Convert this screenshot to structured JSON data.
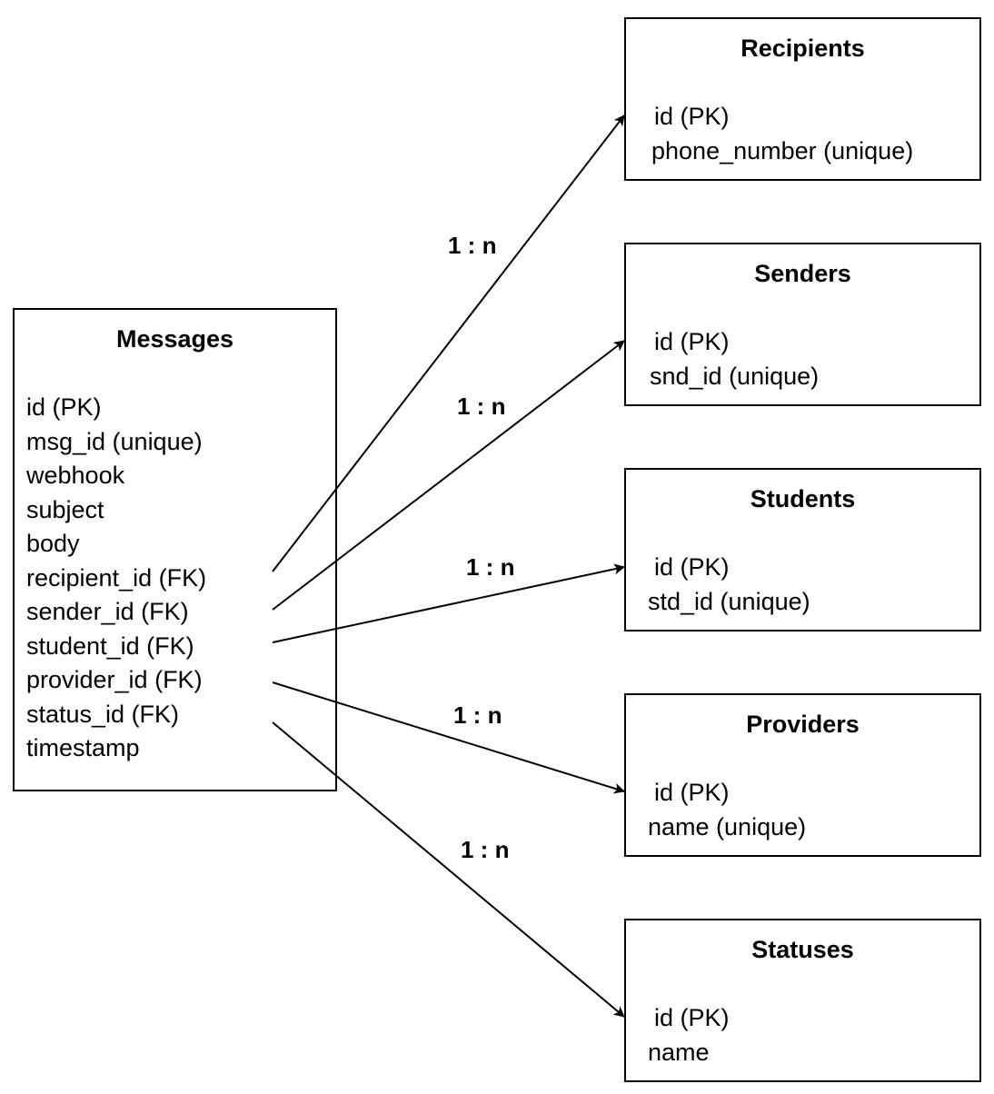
{
  "messages": {
    "title": "Messages",
    "fields": [
      "id (PK)",
      "msg_id (unique)",
      "webhook",
      "subject",
      "body",
      "recipient_id (FK)",
      "sender_id (FK)",
      "student_id (FK)",
      "provider_id (FK)",
      "status_id (FK)",
      "timestamp"
    ]
  },
  "recipients": {
    "title": "Recipients",
    "fields": [
      "id (PK)",
      "phone_number (unique)"
    ]
  },
  "senders": {
    "title": "Senders",
    "fields": [
      "id (PK)",
      "snd_id (unique)"
    ]
  },
  "students": {
    "title": "Students",
    "fields": [
      "id (PK)",
      "std_id (unique)"
    ]
  },
  "providers": {
    "title": "Providers",
    "fields": [
      "id (PK)",
      "name (unique)"
    ]
  },
  "statuses": {
    "title": "Statuses",
    "fields": [
      "id (PK)",
      "name"
    ]
  },
  "relationships": [
    {
      "from": "recipient_id (FK)",
      "to": "Recipients",
      "label": "1 : n"
    },
    {
      "from": "sender_id (FK)",
      "to": "Senders",
      "label": "1 : n"
    },
    {
      "from": "student_id (FK)",
      "to": "Students",
      "label": "1 : n"
    },
    {
      "from": "provider_id (FK)",
      "to": "Providers",
      "label": "1 : n"
    },
    {
      "from": "status_id (FK)",
      "to": "Statuses",
      "label": "1 : n"
    }
  ]
}
